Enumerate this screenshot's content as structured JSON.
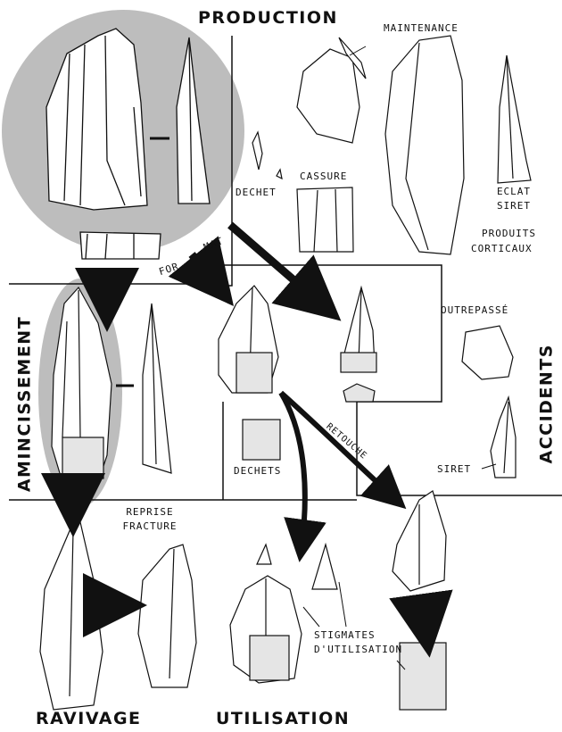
{
  "sections": {
    "production": "PRODUCTION",
    "amincissement": "AMINCISSEMENT",
    "accidents": "ACCIDENTS",
    "ravivage": "RAVIVAGE",
    "utilisation": "UTILISATION"
  },
  "labels": {
    "maintenance": "MAINTENANCE",
    "dechet": "DECHET",
    "cassure": "CASSURE",
    "eclat_siret_1": "ECLAT",
    "eclat_siret_2": "SIRET",
    "produits_corticaux_1": "PRODUITS",
    "produits_corticaux_2": "CORTICAUX",
    "formatage_1": "FOR",
    "formatage_2": "MAT",
    "outrepasse": "OUTREPASSÉ",
    "dechets": "DECHETS",
    "retouche": "RETOUCHE",
    "siret": "SIRET",
    "reprise_fracture_1": "REPRISE",
    "reprise_fracture_2": "FRACTURE",
    "stigmates_1": "STIGMATES",
    "stigmates_2": "D'UTILISATION"
  }
}
